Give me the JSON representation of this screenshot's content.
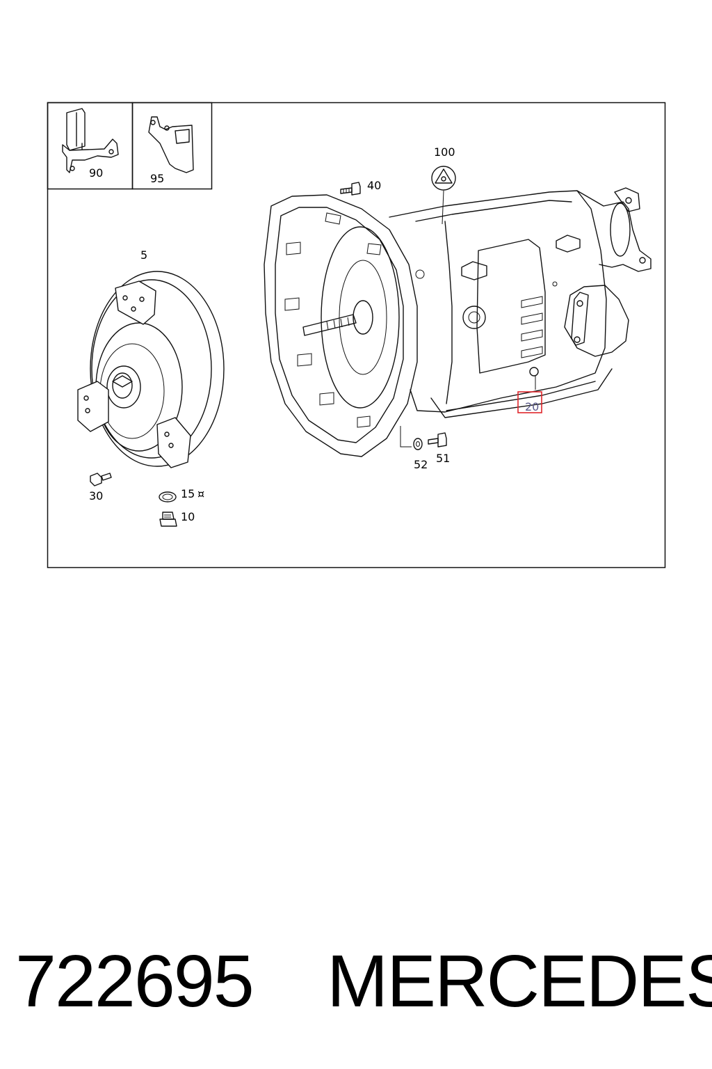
{
  "diagram": {
    "callouts": {
      "c90": "90",
      "c95": "95",
      "c100": "100",
      "c40": "40",
      "c5": "5",
      "c20": "20",
      "c52": "52",
      "c51": "51",
      "c30": "30",
      "c15": "15",
      "c15_symbol": "¤",
      "c10": "10"
    },
    "highlight_color": "#e0262b"
  },
  "footer": {
    "part_number": "722695",
    "brand": "MERCEDES"
  }
}
